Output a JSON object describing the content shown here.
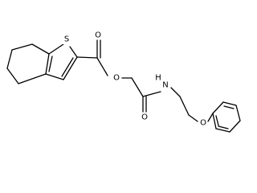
{
  "molecule": {
    "atoms": {
      "sulfur": "S",
      "ester_carbonyl_oxygen": "O",
      "ester_oxygen": "O",
      "amide_oxygen": "O",
      "amide_nitrogen": "N",
      "amide_hydrogen": "H",
      "ether_oxygen": "O"
    }
  }
}
